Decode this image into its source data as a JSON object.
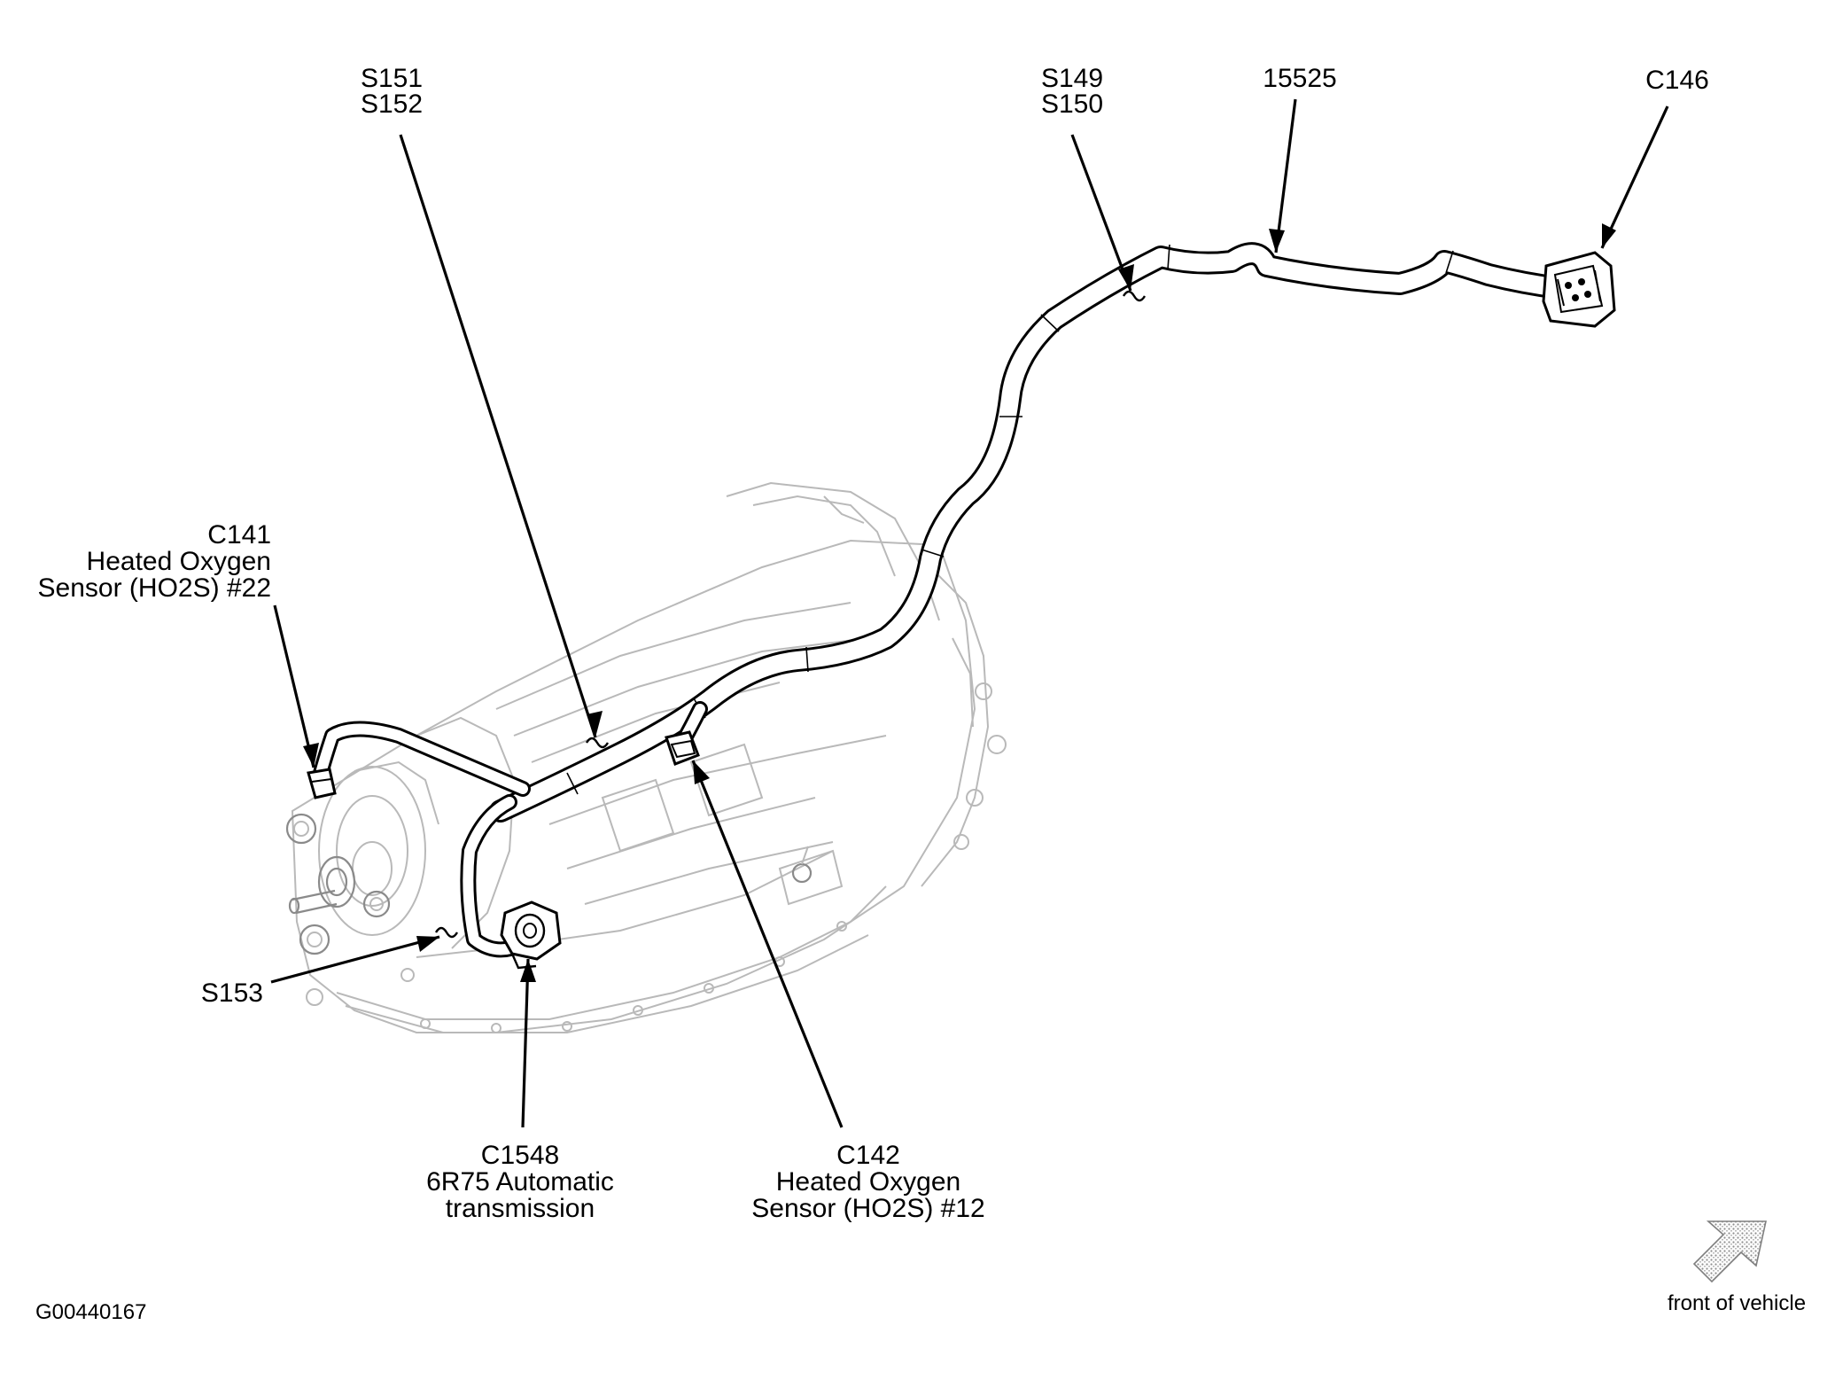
{
  "labels": {
    "s151_s152": [
      "S151",
      "S152"
    ],
    "s149_s150": [
      "S149",
      "S150"
    ],
    "harness": "15525",
    "c146": "C146",
    "c141": [
      "C141",
      "Heated Oxygen",
      "Sensor (HO2S) #22"
    ],
    "s153": "S153",
    "c1548": [
      "C1548",
      "6R75 Automatic",
      "transmission"
    ],
    "c142": [
      "C142",
      "Heated Oxygen",
      "Sensor (HO2S) #12"
    ],
    "front_of_vehicle": "front of vehicle",
    "figure_id": "G00440167"
  },
  "colors": {
    "ink": "#000000",
    "ghost_lines": "#b9b9b9",
    "direction_arrow": "#8a8a8a"
  },
  "icons": {
    "direction": "front-of-vehicle-arrow-icon"
  }
}
